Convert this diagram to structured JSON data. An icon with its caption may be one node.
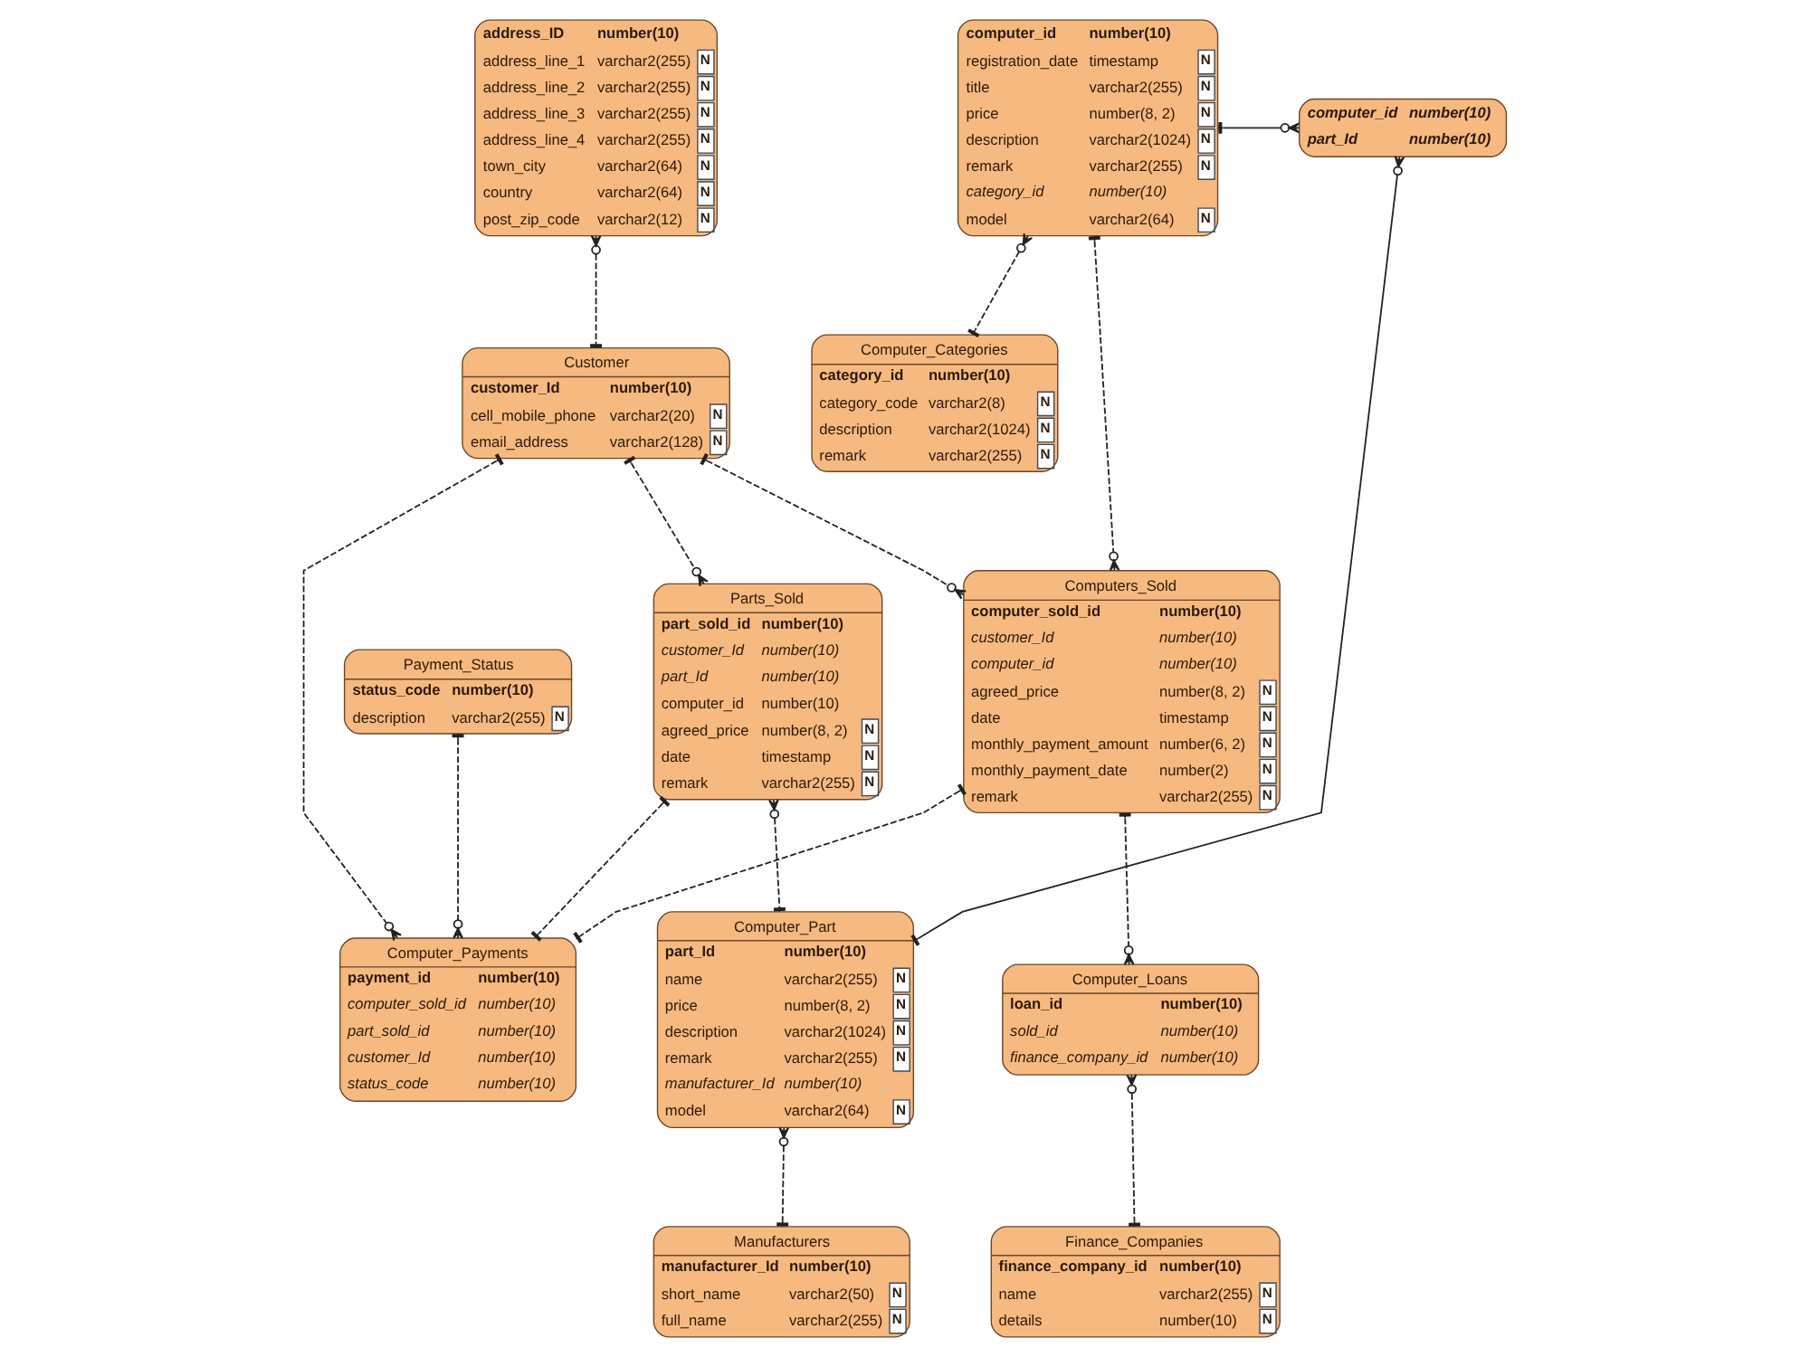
{
  "diagram": {
    "nodes": [
      {
        "text": [
          "address_ID",
          "number(10)",
          "address_line_1",
          "varchar2(255)",
          "N",
          "address_line_2",
          "varchar2(255)",
          "N",
          "address_line_3",
          "varchar2(255)",
          "N",
          "address_line_4",
          "varchar2(255)",
          "N",
          "town_city",
          "varchar2(64)",
          "N",
          "country",
          "varchar2(64)",
          "N",
          "post_zip_code",
          "varchar2(12)",
          "N"
        ]
      },
      {
        "text": [
          "computer_id",
          "number(10)",
          "registration_date",
          "timestamp",
          "N",
          "title",
          "varchar2(255)",
          "N",
          "price",
          "number(8, 2)",
          "N",
          "description",
          "varchar2(1024)",
          "N",
          "remark",
          "varchar2(255)",
          "N",
          "category_id",
          "number(10)",
          "model",
          "varchar2(64)",
          "N"
        ]
      },
      {
        "text": [
          "computer_id",
          "number(10)",
          "part_Id",
          "number(10)"
        ]
      },
      {
        "text": [
          "Computer_Categories",
          "category_id",
          "number(10)",
          "category_code",
          "varchar2(8)",
          "N",
          "description",
          "varchar2(1024)",
          "N",
          "remark",
          "varchar2(255)",
          "N"
        ]
      },
      {
        "text": [
          "Payment_Status",
          "status_code",
          "number(10)",
          "description",
          "varchar2(255)",
          "N"
        ]
      },
      {
        "text": [
          "Customer",
          "customer_Id",
          "number(10)",
          "cell_mobile_phone",
          "varchar2(20)",
          "N",
          "email_address",
          "varchar2(128)",
          "N"
        ]
      },
      {
        "text": [
          "Parts_Sold",
          "part_sold_id",
          "number(10)",
          "customer_Id",
          "number(10)",
          "part_Id",
          "number(10)",
          "computer_id",
          "number(10)",
          "agreed_price",
          "number(8, 2)",
          "N",
          "date",
          "timestamp",
          "N",
          "remark",
          "varchar2(255)",
          "N"
        ]
      },
      {
        "text": [
          "Computer_Payments",
          "payment_id",
          "number(10)",
          "computer_sold_id",
          "number(10)",
          "part_sold_id",
          "number(10)",
          "customer_Id",
          "number(10)",
          "status_code",
          "number(10)"
        ]
      },
      {
        "text": [
          "Computers_Sold",
          "computer_sold_id",
          "number(10)",
          "customer_Id",
          "number(10)",
          "computer_id",
          "number(10)",
          "agreed_price",
          "number(8, 2)",
          "N",
          "date",
          "timestamp",
          "N",
          "monthly_payment_amount",
          "number(6, 2)",
          "N",
          "monthly_payment_date",
          "number(2)",
          "N",
          "remark",
          "varchar2(255)",
          "N"
        ]
      },
      {
        "text": [
          "Computer_Loans",
          "loan_id",
          "number(10)",
          "sold_id",
          "number(10)",
          "finance_company_id",
          "number(10)"
        ]
      },
      {
        "text": [
          "Computer_Part",
          "part_Id",
          "number(10)",
          "name",
          "varchar2(255)",
          "N",
          "price",
          "number(8, 2)",
          "N",
          "description",
          "varchar2(1024)",
          "N",
          "remark",
          "varchar2(255)",
          "N",
          "manufacturer_Id",
          "number(10)",
          "model",
          "varchar2(64)",
          "N"
        ]
      },
      {
        "text": [
          "Finance_Companies",
          "finance_company_id",
          "number(10)",
          "name",
          "varchar2(255)",
          "N",
          "details",
          "number(10)",
          "N"
        ]
      },
      {
        "text": [
          "Manufacturers",
          "manufacturer_Id",
          "number(10)",
          "short_name",
          "varchar2(50)",
          "N",
          "full_name",
          "varchar2(255)",
          "N"
        ]
      }
    ],
    "edges": [
      {
        "from": 1,
        "to": 2,
        "arrow": "other"
      },
      {
        "from": 2,
        "to": 10,
        "arrow": "other"
      },
      {
        "from": 1,
        "to": 3,
        "arrow": "other",
        "style": "dashed"
      },
      {
        "from": 1,
        "to": 8,
        "arrow": "other",
        "style": "dashed"
      },
      {
        "from": 0,
        "to": 5,
        "arrow": "other",
        "style": "dashed"
      },
      {
        "from": 4,
        "to": 7,
        "arrow": "other",
        "style": "dashed"
      },
      {
        "from": 5,
        "to": 7,
        "arrow": "other",
        "style": "dashed"
      },
      {
        "from": 5,
        "to": 6,
        "arrow": "other",
        "style": "dashed"
      },
      {
        "from": 5,
        "to": 8,
        "arrow": "other",
        "style": "dashed"
      },
      {
        "from": 6,
        "to": 7,
        "arrow": "other",
        "style": "dashed"
      },
      {
        "from": 8,
        "to": 7,
        "arrow": "other",
        "style": "dashed"
      },
      {
        "from": 8,
        "to": 9,
        "arrow": "other",
        "style": "dashed"
      },
      {
        "from": 9,
        "to": 11,
        "arrow": "other",
        "style": "dashed"
      },
      {
        "from": 6,
        "to": 10,
        "arrow": "other",
        "style": "dashed"
      },
      {
        "from": 10,
        "to": 12,
        "arrow": "other",
        "style": "dashed"
      }
    ]
  }
}
